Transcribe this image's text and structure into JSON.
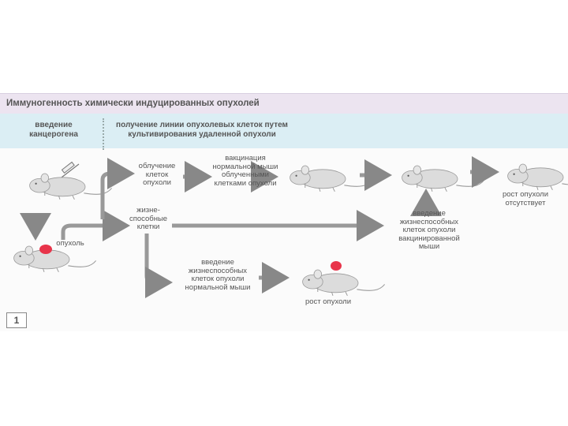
{
  "title": "Иммуногенность химически индуцированных опухолей",
  "header": {
    "left": "введение канцерогена",
    "right": "получение линии опухолевых клеток путем культивирования удаленной опухоли"
  },
  "labels": {
    "tumor": "опухоль",
    "irradiation": "облучение клеток опухоли",
    "vaccination": "вакцинация нормальной мыши облученными клетками опухоли",
    "viable_cells": "жизне-способные клетки",
    "inject_normal": "введение жизнеспособных клеток опухоли нормальной мыши",
    "tumor_growth": "рост опухоли",
    "inject_vaccinated": "введение жизнеспособных клеток опухоли вакцинированной мыши",
    "no_tumor_growth": "рост опухоли отсутствует"
  },
  "panel_number": "1",
  "colors": {
    "mouse_body": "#dcdcdc",
    "mouse_outline": "#9a9a9a",
    "tumor": "#e8344a",
    "arrow": "#777777",
    "header_band": "#dbeef4",
    "title_band": "#ece4f0"
  }
}
